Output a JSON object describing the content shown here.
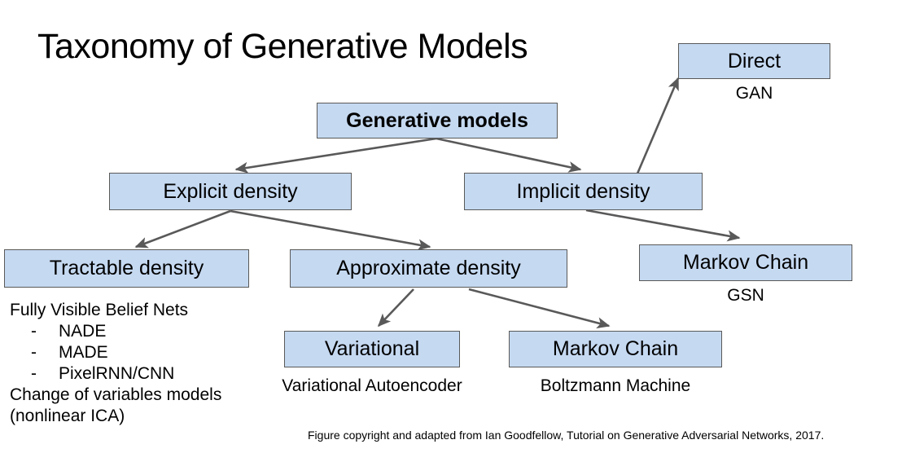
{
  "slide": {
    "title": "Taxonomy of Generative Models",
    "background_color": "#ffffff",
    "node_fill_color": "#c5d9f1",
    "node_border_color": "#595959",
    "edge_color": "#595959",
    "text_color": "#000000"
  },
  "nodes": {
    "generative_models": "Generative models",
    "explicit_density": "Explicit density",
    "implicit_density": "Implicit density",
    "direct": "Direct",
    "tractable_density": "Tractable density",
    "approximate_density": "Approximate density",
    "markov_chain_implicit": "Markov Chain",
    "variational": "Variational",
    "markov_chain_approx": "Markov Chain"
  },
  "captions": {
    "direct": "GAN",
    "markov_chain_implicit": "GSN",
    "variational": "Variational Autoencoder",
    "markov_chain_approx": "Boltzmann Machine"
  },
  "tractable_list": {
    "line1": "Fully Visible Belief Nets",
    "dash": "-",
    "item1": "NADE",
    "item2": "MADE",
    "item3": "PixelRNN/CNN",
    "line2": "Change of variables models",
    "line3": "(nonlinear ICA)"
  },
  "footer": {
    "text": "Figure copyright and adapted from Ian Goodfellow, Tutorial on Generative Adversarial Networks, 2017."
  }
}
